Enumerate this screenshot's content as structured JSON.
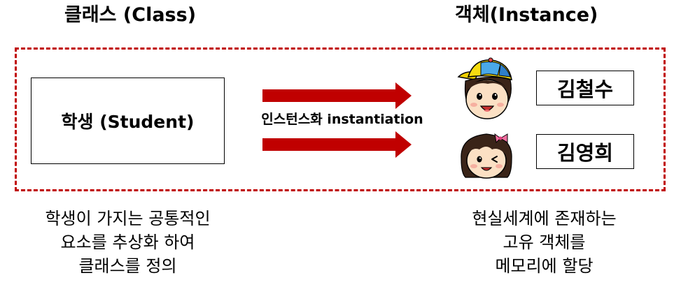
{
  "headings": {
    "class": "클래스 (Class)",
    "instance": "객체(Instance)"
  },
  "class_box": {
    "label": "학생 (Student)"
  },
  "instantiation": {
    "label": "인스턴스화 instantiation"
  },
  "instances": [
    {
      "name": "김철수",
      "avatar": "boy-face-icon"
    },
    {
      "name": "김영희",
      "avatar": "girl-face-icon"
    }
  ],
  "captions": {
    "class": [
      "학생이 가지는 공통적인",
      "요소를 추상화 하여",
      "클래스를 정의"
    ],
    "instance": [
      "현실세계에 존재하는",
      "고유 객체를",
      "메모리에 할당"
    ]
  },
  "colors": {
    "accent_red": "#c00000",
    "text": "#000000",
    "background": "#ffffff"
  }
}
